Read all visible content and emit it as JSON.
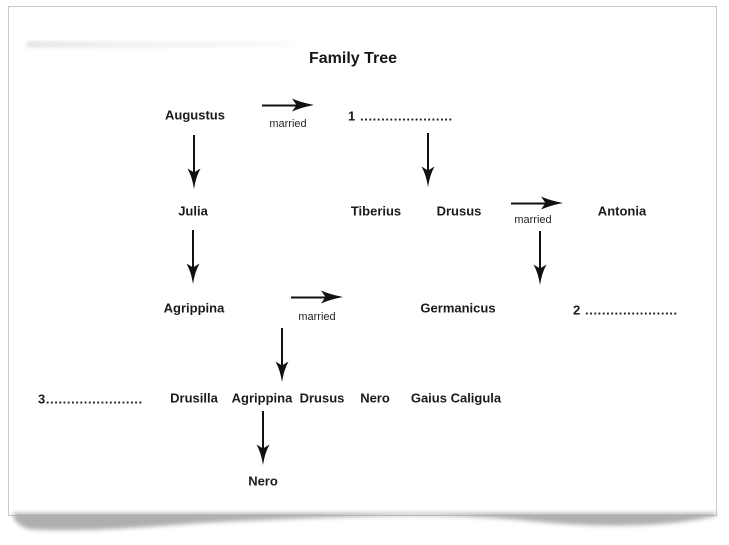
{
  "title": "Family Tree",
  "labels": {
    "married": "married"
  },
  "nodes": {
    "augustus": "Augustus",
    "blank_1": "1 ......................",
    "julia": "Julia",
    "tiberius": "Tiberius",
    "drusus_elder": "Drusus",
    "antonia": "Antonia",
    "agrippina_elder": "Agrippina",
    "germanicus": "Germanicus",
    "blank_2": "2 ......................",
    "blank_3": "3.......................",
    "drusilla": "Drusilla",
    "agrippina_younger": "Agrippina",
    "drusus_younger": "Drusus",
    "nero_sibling": "Nero",
    "gaius_caligula": "Gaius Caligula",
    "nero_child": "Nero"
  },
  "colors": {
    "text": "#1b1b1b",
    "page_border": "#c9c9c9",
    "arrow": "#111111",
    "shadow": "#9b9b9b"
  }
}
